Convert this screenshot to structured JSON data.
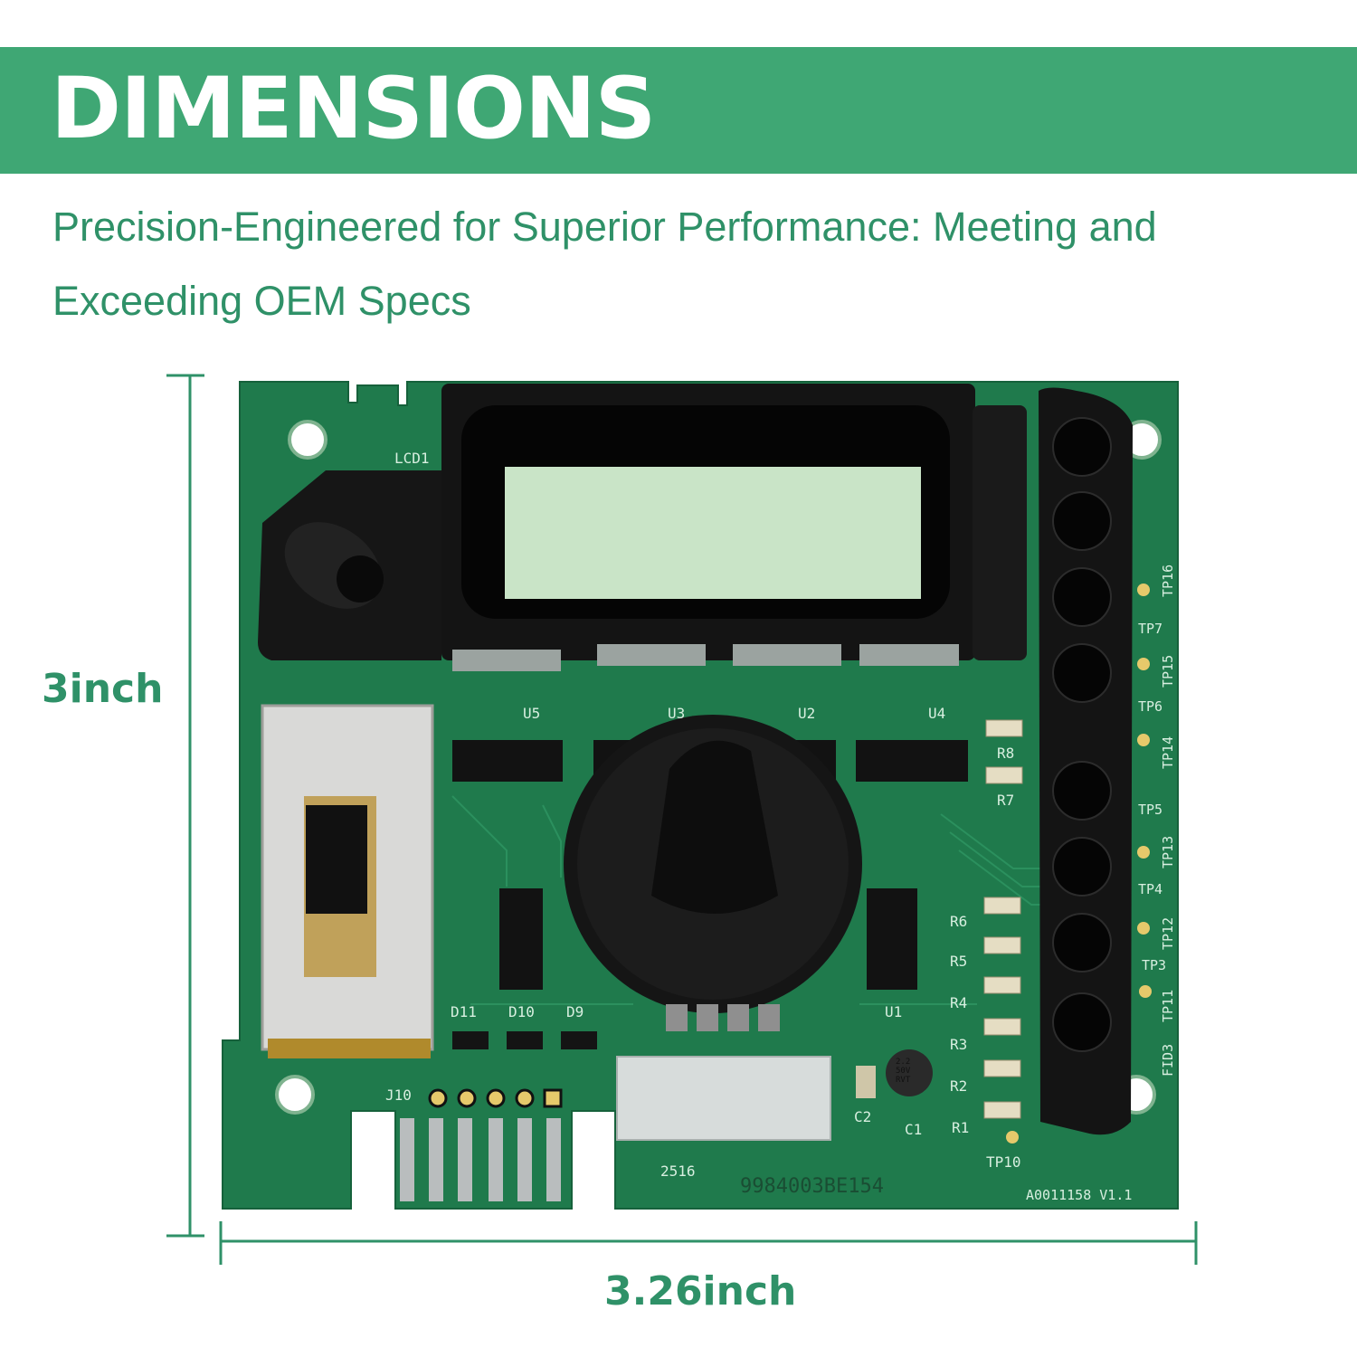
{
  "banner": {
    "title": "DIMENSIONS",
    "color": "#3fa774"
  },
  "subtitle": "Precision-Engineered for Superior Performance: Meeting and Exceeding OEM Specs",
  "dimensions": {
    "height_label": "3inch",
    "width_label": "3.26inch",
    "accent_color": "#2f9168"
  },
  "board": {
    "pcb_color": "#1f7a4c",
    "labels": {
      "lcd": "LCD1",
      "u5": "U5",
      "u3": "U3",
      "u2": "U2",
      "u4": "U4",
      "u1": "U1",
      "r8": "R8",
      "r7": "R7",
      "r6": "R6",
      "r5": "R5",
      "r4": "R4",
      "r3": "R3",
      "r2": "R2",
      "r1": "R1",
      "d11": "D11",
      "d10": "D10",
      "d9": "D9",
      "j10": "J10",
      "c2": "C2",
      "c1": "C1",
      "tp10": "TP10",
      "tp_labels": [
        "TP16",
        "TP7",
        "TP15",
        "TP6",
        "TP14",
        "TP5",
        "TP13",
        "TP4",
        "TP12",
        "TP3",
        "TP11",
        "FID3"
      ],
      "part_number": "9984003BE154",
      "revision": "A0011158 V1.1",
      "date_code": "2516",
      "capacitor": [
        "2.2",
        "50V",
        "RVT"
      ]
    }
  }
}
